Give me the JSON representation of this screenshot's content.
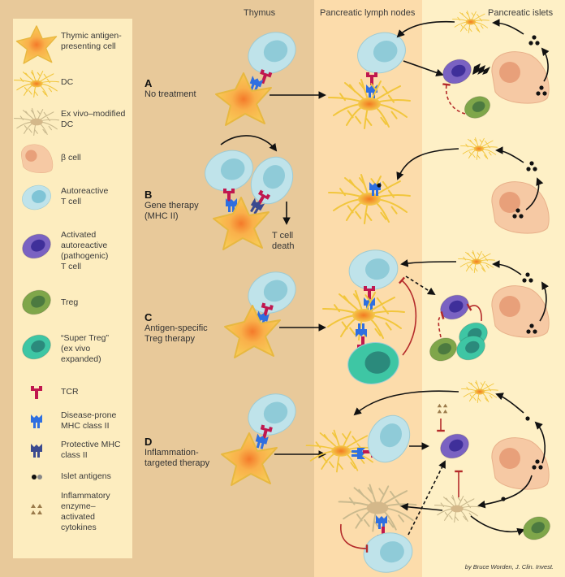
{
  "columns": {
    "thymus": "Thymus",
    "lymph_nodes": "Pancreatic lymph nodes",
    "islets": "Pancreatic islets"
  },
  "legend": [
    {
      "icon": "thymic-apc-icon",
      "label": "Thymic antigen-\npresenting cell"
    },
    {
      "icon": "dc-icon",
      "label": "DC"
    },
    {
      "icon": "ex-vivo-dc-icon",
      "label": "Ex vivo–modified\nDC"
    },
    {
      "icon": "beta-cell-icon",
      "label": "β cell"
    },
    {
      "icon": "autoreactive-t-cell-icon",
      "label": "Autoreactive\nT cell"
    },
    {
      "icon": "activated-t-cell-icon",
      "label": "Activated\nautoreactive\n(pathogenic)\nT cell"
    },
    {
      "icon": "treg-icon",
      "label": "Treg"
    },
    {
      "icon": "super-treg-icon",
      "label": "“Super Treg”\n(ex vivo\nexpanded)"
    },
    {
      "icon": "tcr-icon",
      "label": "TCR"
    },
    {
      "icon": "disease-prone-mhc-icon",
      "label": "Disease-prone\nMHC class II"
    },
    {
      "icon": "protective-mhc-icon",
      "label": "Protective MHC\nclass II"
    },
    {
      "icon": "islet-antigens-icon",
      "label": "Islet antigens"
    },
    {
      "icon": "cytokines-icon",
      "label": "Inflammatory\nenzyme–\nactivated\ncytokines"
    }
  ],
  "rows": [
    {
      "letter": "A",
      "title": "No treatment"
    },
    {
      "letter": "B",
      "title": "Gene therapy\n(MHC II)",
      "note": "T cell\ndeath"
    },
    {
      "letter": "C",
      "title": "Antigen-specific\nTreg therapy"
    },
    {
      "letter": "D",
      "title": "Inflammation-\ntargeted therapy"
    }
  ],
  "credit": "by Bruce Worden, J. Clin. Invest.",
  "colors": {
    "outer_bg": "#e8c99a",
    "legend_bg": "#fdedbf",
    "lymph_bg": "#fcdcab",
    "islet_bg": "#fef0c6",
    "t_cell": "#bfe3ea",
    "activated": "#7a62c2",
    "treg": "#7fa64a",
    "super_treg": "#3ec6a4",
    "tcr": "#c0174f",
    "mhc_disease": "#2f6fe0",
    "mhc_protective": "#3b4a8f",
    "inhibit": "#b42a2a"
  }
}
